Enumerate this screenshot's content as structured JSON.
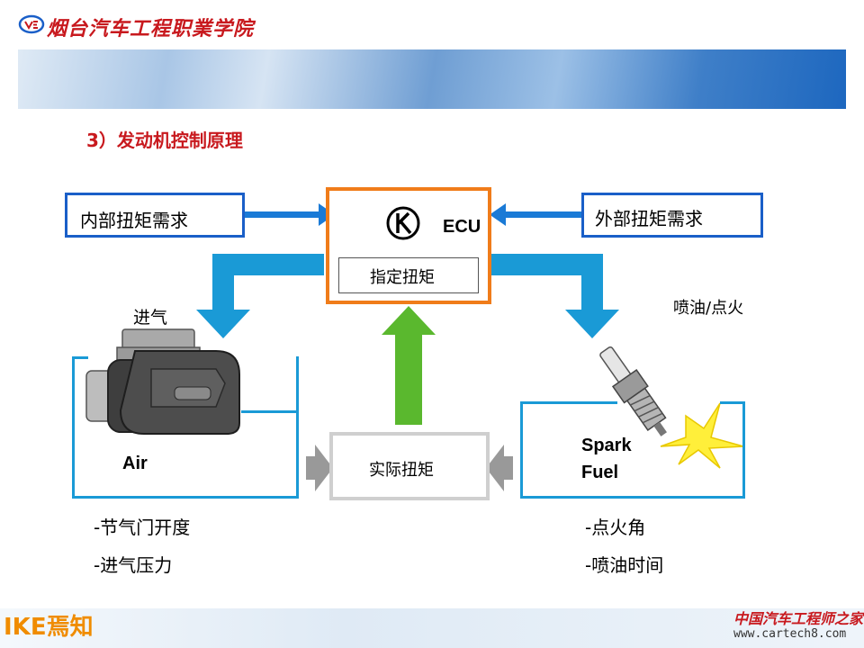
{
  "header": {
    "school_name": "烟台汽车工程职業学院",
    "section_title": "3）发动机控制原理"
  },
  "diagram": {
    "ecu_label": "ECU",
    "specified_torque": "指定扭矩",
    "internal_torque_demand": "内部扭矩需求",
    "external_torque_demand": "外部扭矩需求",
    "intake": "进气",
    "injection_ignition": "喷油/点火",
    "air": "Air",
    "spark": "Spark",
    "fuel": "Fuel",
    "actual_torque": "实际扭矩",
    "throttle_opening": "-节气门开度",
    "intake_pressure": "-进气压力",
    "ignition_angle": "-点火角",
    "injection_time": "-喷油时间"
  },
  "footer": {
    "logo": "IKE焉知",
    "brand": "中国汽车工程师之家",
    "url": "www.cartech8.com"
  },
  "colors": {
    "accent_red": "#c8191e",
    "ecu_border": "#f07c1a",
    "demand_border": "#1a5fc8",
    "flow_arrow": "#1a9ad6",
    "feedback_arrow": "#5ab82e",
    "panel_border": "#1a9ad6",
    "actual_torque_border": "#c8c8c8",
    "grey_arrow": "#999999"
  }
}
